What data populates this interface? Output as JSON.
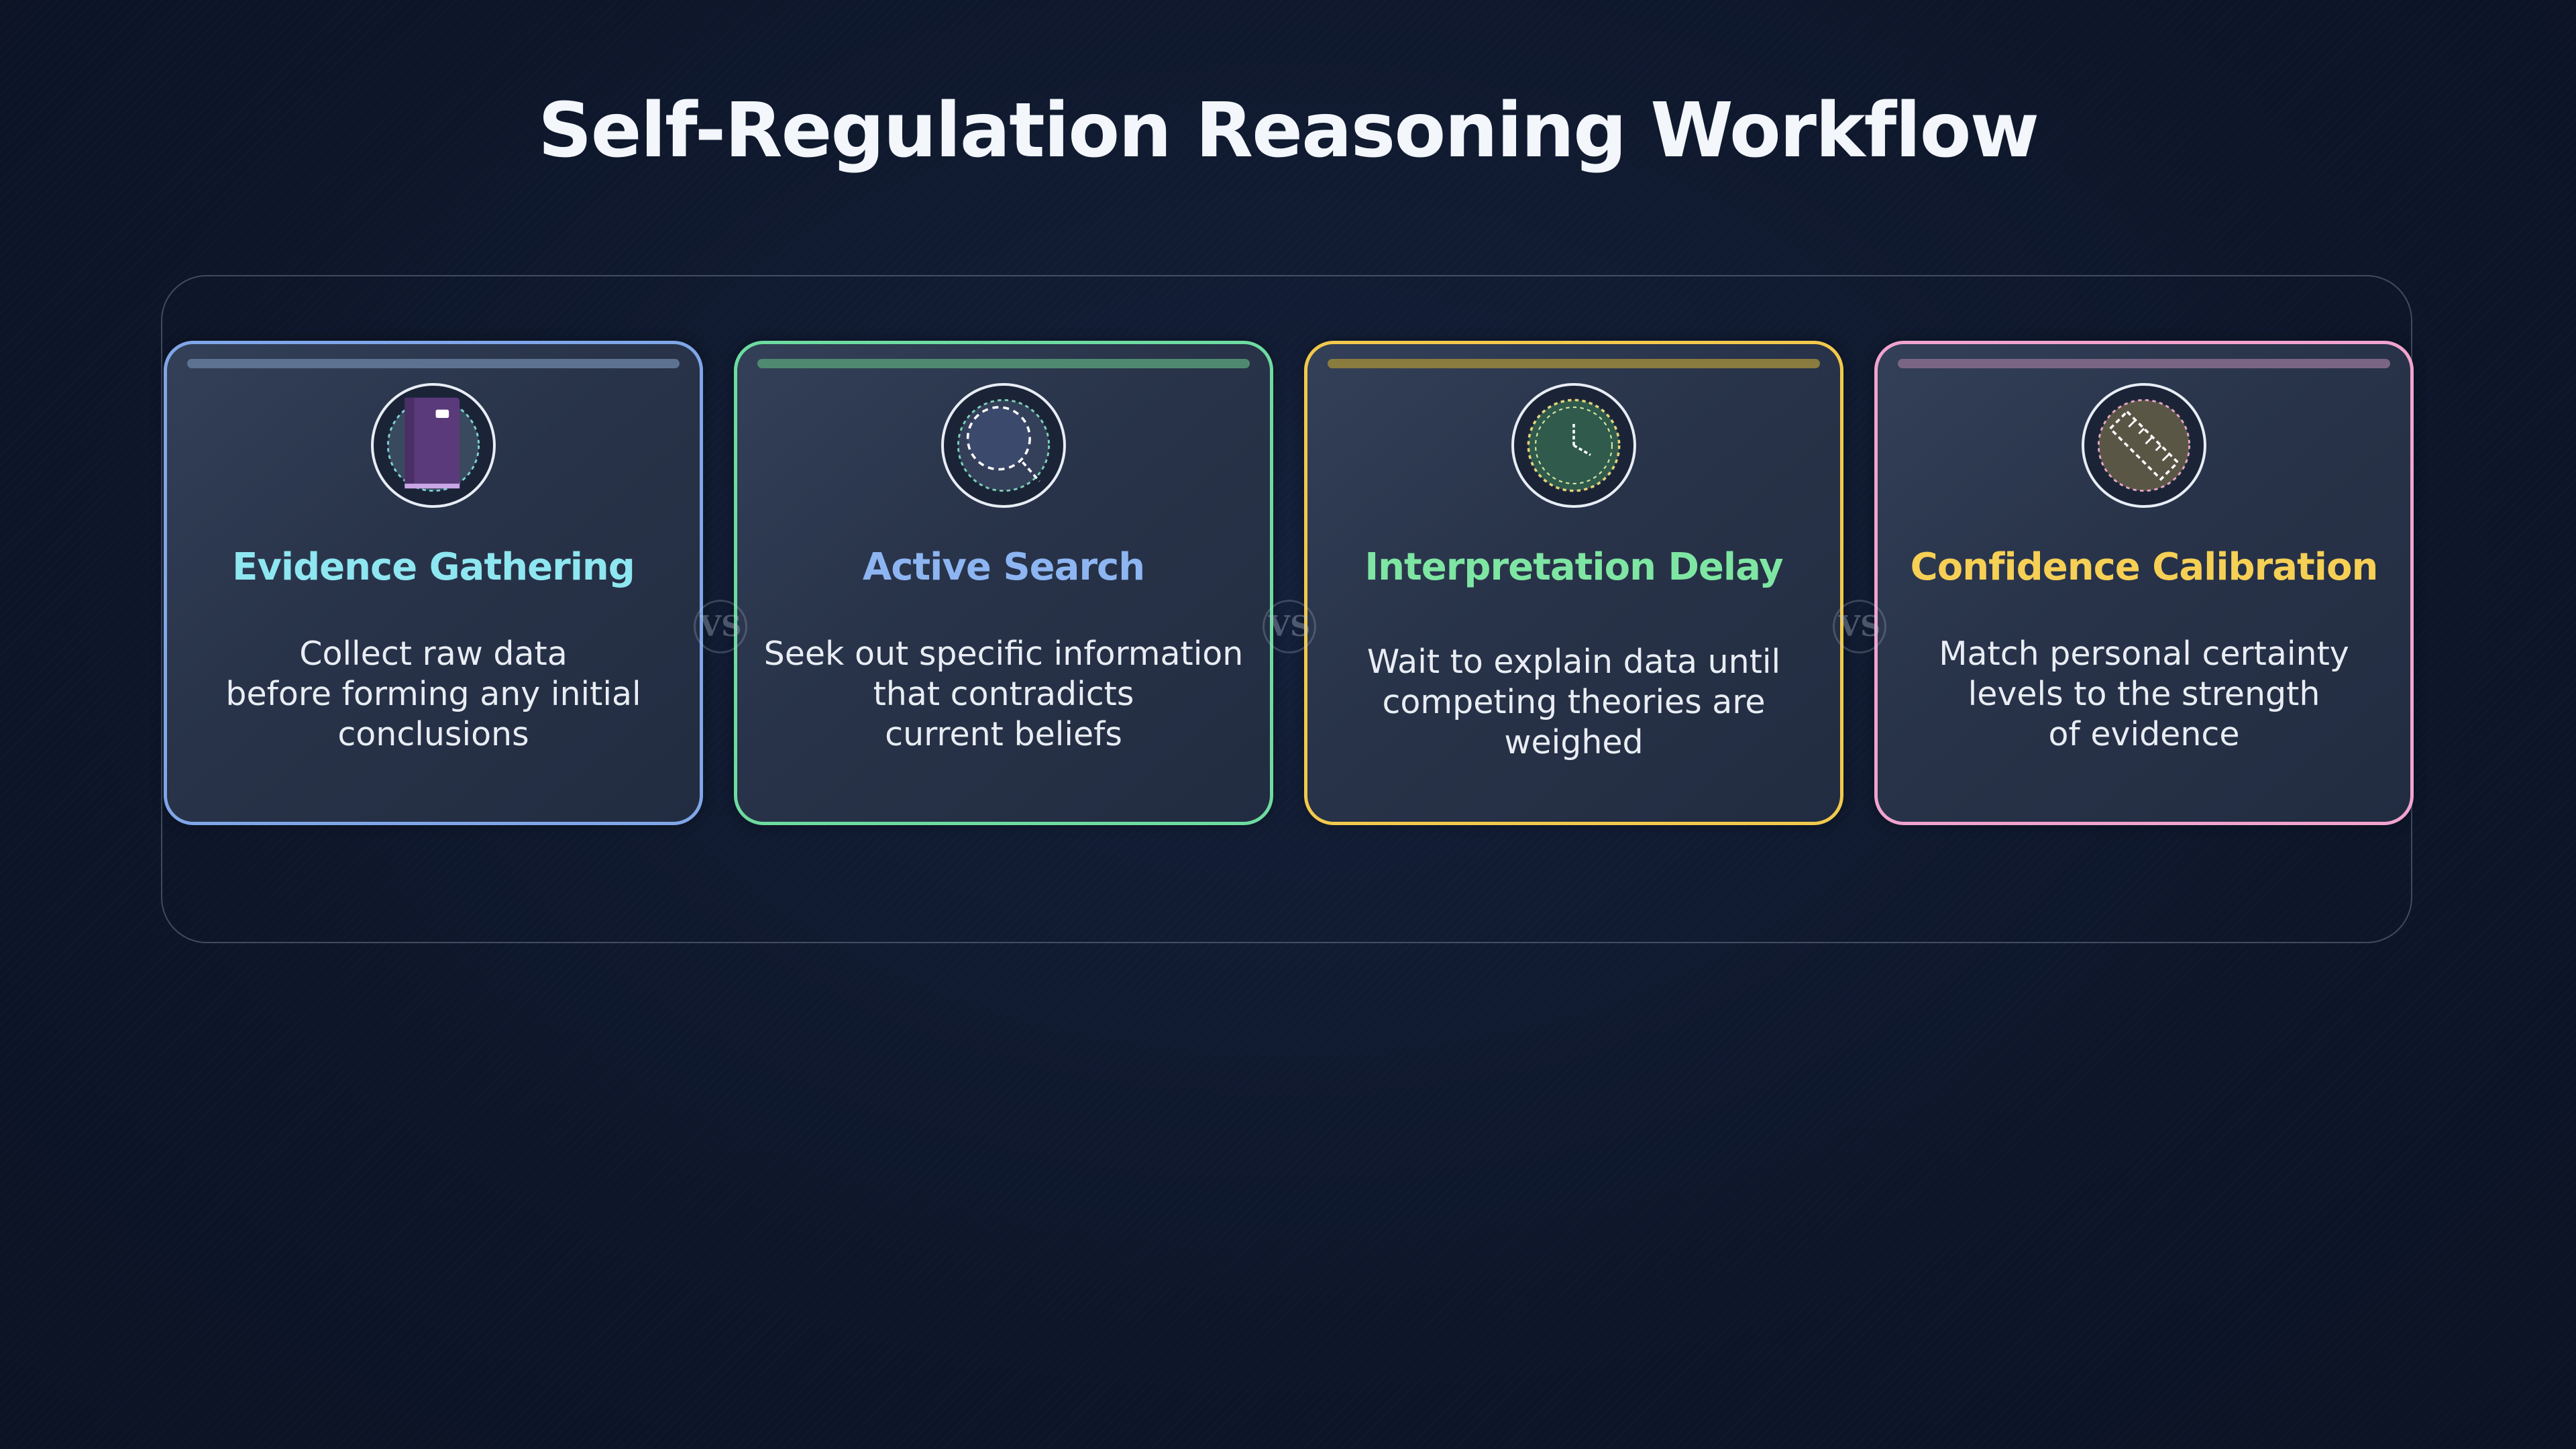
{
  "title": "Self-Regulation Reasoning Workflow",
  "connector_label": "VS",
  "colors": {
    "card1_border": "#7fa6e8",
    "card2_border": "#6edba0",
    "card3_border": "#f2c94c",
    "card4_border": "#f1a3cf",
    "card1_title": "#8ee6f0",
    "card2_title": "#8db5f2",
    "card3_title": "#7ee6a2",
    "card4_title": "#f6cf55"
  },
  "steps": [
    {
      "title": "Evidence Gathering",
      "description": "Collect raw data\nbefore forming any initial\nconclusions",
      "icon": "notebook-icon"
    },
    {
      "title": "Active Search",
      "description": "Seek out specific information\nthat contradicts\ncurrent beliefs",
      "icon": "magnifier-icon"
    },
    {
      "title": "Interpretation Delay",
      "description": "Wait to explain data until\ncompeting theories are weighed",
      "icon": "clock-icon"
    },
    {
      "title": "Confidence Calibration",
      "description": "Match personal certainty\nlevels to the strength\nof evidence",
      "icon": "ruler-icon"
    }
  ]
}
